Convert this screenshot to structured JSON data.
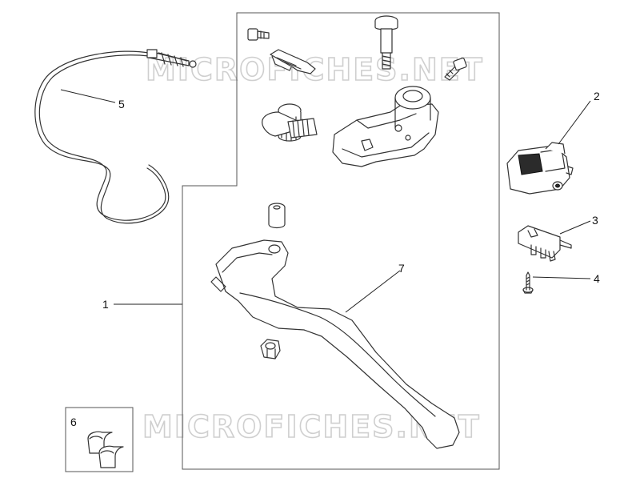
{
  "watermark": {
    "text_top": "MICROFICHES.NET",
    "text_bottom": "MICROFICHES.NET"
  },
  "callouts": [
    {
      "id": "1",
      "label": "1"
    },
    {
      "id": "2",
      "label": "2"
    },
    {
      "id": "3",
      "label": "3"
    },
    {
      "id": "4",
      "label": "4"
    },
    {
      "id": "5",
      "label": "5"
    },
    {
      "id": "6",
      "label": "6"
    },
    {
      "id": "7",
      "label": "7"
    }
  ],
  "colors": {
    "line": "#333333",
    "watermark": "#cfcfcf",
    "background": "#ffffff"
  }
}
